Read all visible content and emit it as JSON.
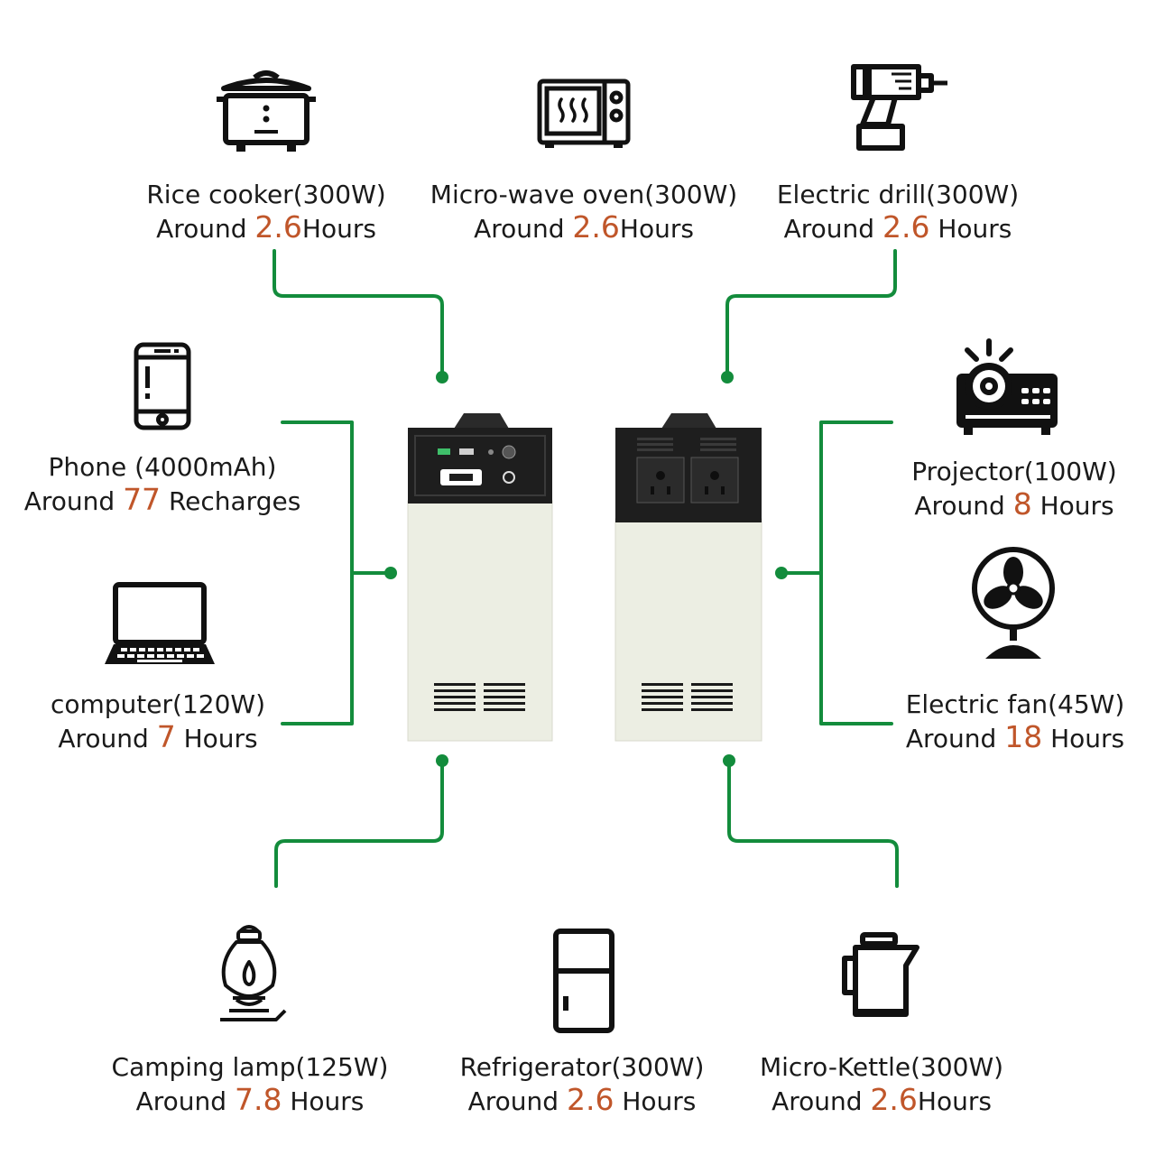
{
  "colors": {
    "connector": "#138c3c",
    "highlight": "#c0562a",
    "unit_body": "#eceee3",
    "unit_panel": "#1e1e1e"
  },
  "items": [
    {
      "id": "rice-cooker",
      "icon": "rice-cooker-icon",
      "name": "Rice cooker(300W)",
      "prefix": "Around ",
      "value": "2.6",
      "suffix": "Hours"
    },
    {
      "id": "microwave-oven",
      "icon": "microwave-icon",
      "name": "Micro-wave oven(300W)",
      "prefix": "Around ",
      "value": "2.6",
      "suffix": "Hours"
    },
    {
      "id": "electric-drill",
      "icon": "drill-icon",
      "name": "Electric drill(300W)",
      "prefix": "Around ",
      "value": "2.6",
      "suffix": " Hours"
    },
    {
      "id": "phone",
      "icon": "phone-icon",
      "name": "Phone (4000mAh)",
      "prefix": "Around ",
      "value": "77",
      "suffix": " Recharges"
    },
    {
      "id": "computer",
      "icon": "laptop-icon",
      "name": "computer(120W)",
      "prefix": "Around ",
      "value": "7",
      "suffix": " Hours"
    },
    {
      "id": "projector",
      "icon": "projector-icon",
      "name": "Projector(100W)",
      "prefix": "Around ",
      "value": "8",
      "suffix": " Hours"
    },
    {
      "id": "electric-fan",
      "icon": "fan-icon",
      "name": "Electric fan(45W)",
      "prefix": "Around ",
      "value": "18",
      "suffix": " Hours"
    },
    {
      "id": "camping-lamp",
      "icon": "lantern-icon",
      "name": "Camping lamp(125W)",
      "prefix": "Around ",
      "value": "7.8",
      "suffix": " Hours"
    },
    {
      "id": "refrigerator",
      "icon": "refrigerator-icon",
      "name": "Refrigerator(300W)",
      "prefix": "Around ",
      "value": "2.6",
      "suffix": " Hours"
    },
    {
      "id": "micro-kettle",
      "icon": "kettle-icon",
      "name": "Micro-Kettle(300W)",
      "prefix": "Around ",
      "value": "2.6",
      "suffix": "Hours"
    }
  ]
}
